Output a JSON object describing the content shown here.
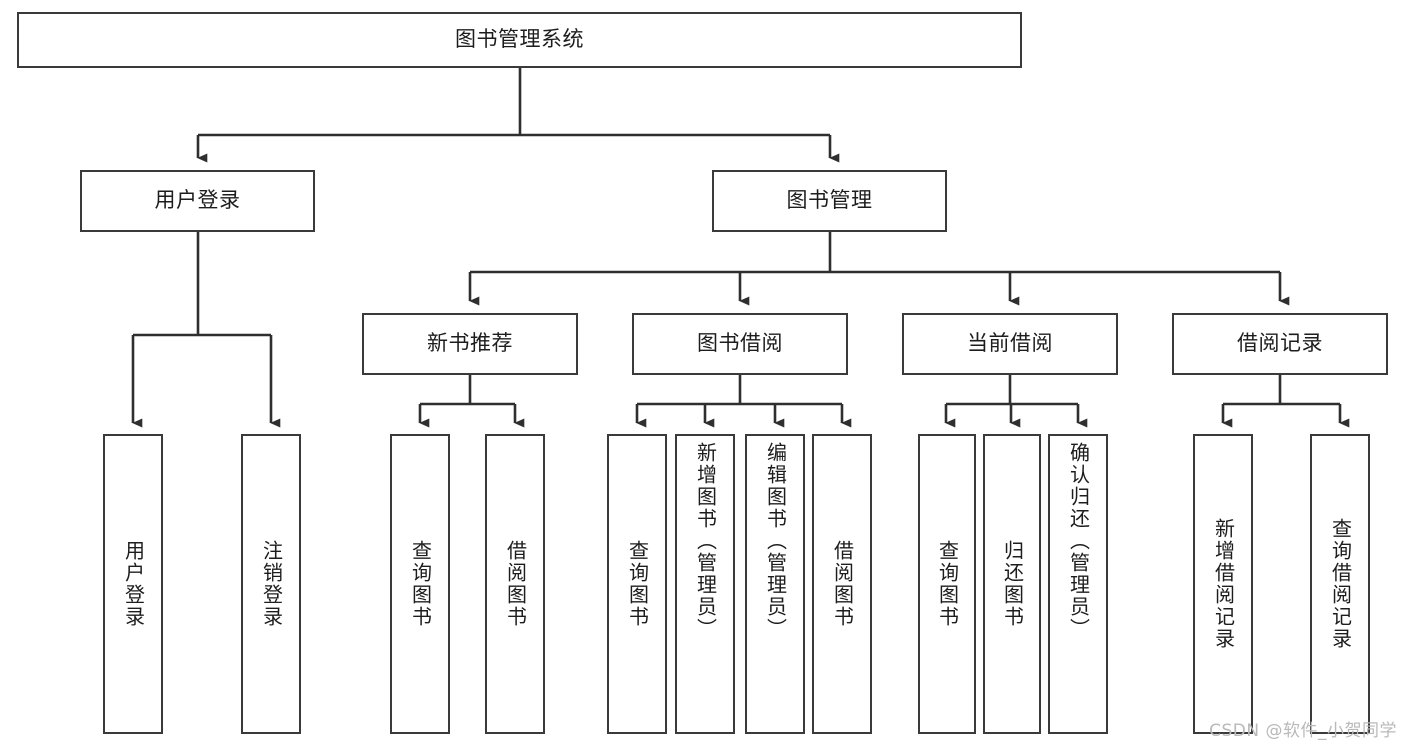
{
  "diagram": {
    "title": "图书管理系统",
    "type": "tree",
    "watermark": "CSDN @软件_小贺同学",
    "colors": {
      "background": "#ffffff",
      "node_border": "#3a3a3a",
      "node_fill": "#ffffff",
      "connector": "#2f2f2f",
      "text": "#1d1d1d",
      "watermark": "#b9b9b9"
    },
    "nodes": {
      "root": {
        "label": "图书管理系统"
      },
      "level2": [
        {
          "id": "user-login",
          "label": "用户登录"
        },
        {
          "id": "book-manage",
          "label": "图书管理"
        }
      ],
      "level3": [
        {
          "id": "new-book-recommend",
          "label": "新书推荐"
        },
        {
          "id": "book-borrow",
          "label": "图书借阅"
        },
        {
          "id": "current-borrow",
          "label": "当前借阅"
        },
        {
          "id": "borrow-record",
          "label": "借阅记录"
        }
      ],
      "leaves": {
        "user_login": [
          {
            "id": "leaf-user-login",
            "label": "用户登录"
          },
          {
            "id": "leaf-logout",
            "label": "注销登录"
          }
        ],
        "new_book_recommend": [
          {
            "id": "leaf-query-book-1",
            "label": "查询图书"
          },
          {
            "id": "leaf-borrow-book-1",
            "label": "借阅图书"
          }
        ],
        "book_borrow": [
          {
            "id": "leaf-query-book-2",
            "label": "查询图书"
          },
          {
            "id": "leaf-add-book",
            "label": "新增图书（管理员）"
          },
          {
            "id": "leaf-edit-book",
            "label": "编辑图书（管理员）"
          },
          {
            "id": "leaf-borrow-book-2",
            "label": "借阅图书"
          }
        ],
        "current_borrow": [
          {
            "id": "leaf-query-book-3",
            "label": "查询图书"
          },
          {
            "id": "leaf-return-book",
            "label": "归还图书"
          },
          {
            "id": "leaf-confirm-return",
            "label": "确认归还（管理员）"
          }
        ],
        "borrow_record": [
          {
            "id": "leaf-add-record",
            "label": "新增借阅记录"
          },
          {
            "id": "leaf-query-record",
            "label": "查询借阅记录"
          }
        ]
      }
    }
  }
}
